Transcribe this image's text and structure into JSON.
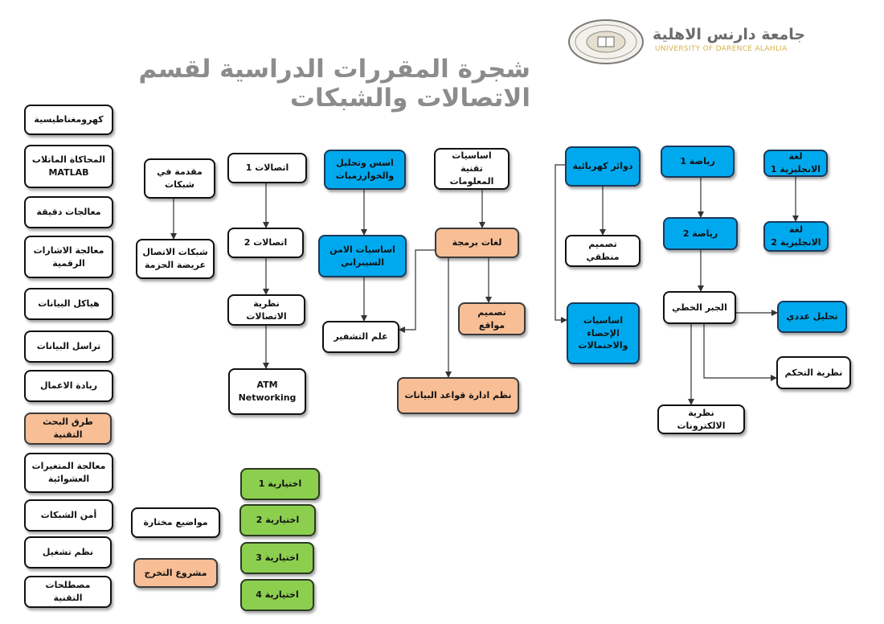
{
  "header": {
    "title": "شجرة المقررات الدراسية لقسم الاتصالات والشبكات",
    "university_ar": "جامعة دارنس الاهلية",
    "university_en": "UNIVERSITY OF DARENCE ALAHLIA"
  },
  "colors": {
    "blue": "#00a9ee",
    "peach": "#f8be95",
    "green": "#8ccf4f",
    "title_gray": "#8c8c8c"
  },
  "nodes": {
    "electromagnetics": "كهرومغناطيسية",
    "matlab_sim": "المحاكاة الماتلاب MATLAB",
    "microprocessors": "معالجات دقيقة",
    "dsp": "معالجة الاشارات الرقمية",
    "data_structures": "هياكل البيانات",
    "data_communication": "تراسل البيانات",
    "entrepreneurship": "ريادة الاعمال",
    "research_methods": "طرق البحث التقنية",
    "random_variables": "معالجة المتغيرات العشوائية",
    "network_security": "أمن الشبكات",
    "operating_systems": "نظم تشغيل",
    "tech_terms": "مصطلحات التقنية",
    "intro_networks": "مقدمة في شبكات",
    "broadband_networks": "شبكات الاتصال عريضة الحزمة",
    "comm1": "اتصالات 1",
    "comm2": "اتصالات 2",
    "comm_theory": "نظرية الاتصالات",
    "atm": "ATM Networking",
    "algorithms": "اسس وتحليل والخوارزميات",
    "cyber_security": "اساسيات الامن السيبراني",
    "cryptography": "علم التشفير",
    "it_fundamentals": "اساسيات تقنية المعلومات",
    "programming_languages": "لغات برمجة",
    "web_design": "تصميم مواقع",
    "dbms": "نظم ادارة قواعد البيانات",
    "electric_circuits": "دوائر كهربائية",
    "logic_design": "تصميم منطقي",
    "stats_probability": "اساسيات الإحصاء والاحتمالات",
    "math1": "رياضة 1",
    "math2": "رياضة 2",
    "linear_algebra": "الجبر الخطي",
    "numerical_analysis": "تحليل عددي",
    "control_theory": "نظرية التحكم",
    "electronics_theory": "نظرية الالكترونات",
    "english1": "لغة الانجليزية 1",
    "english2": "لغة الانجليزية 2",
    "elective1": "اختيارية 1",
    "elective2": "اختيارية 2",
    "elective3": "اختيارية 3",
    "elective4": "اختيارية 4",
    "selected_topics": "مواضيع مختارة",
    "graduation_project": "مشروع التخرج"
  }
}
